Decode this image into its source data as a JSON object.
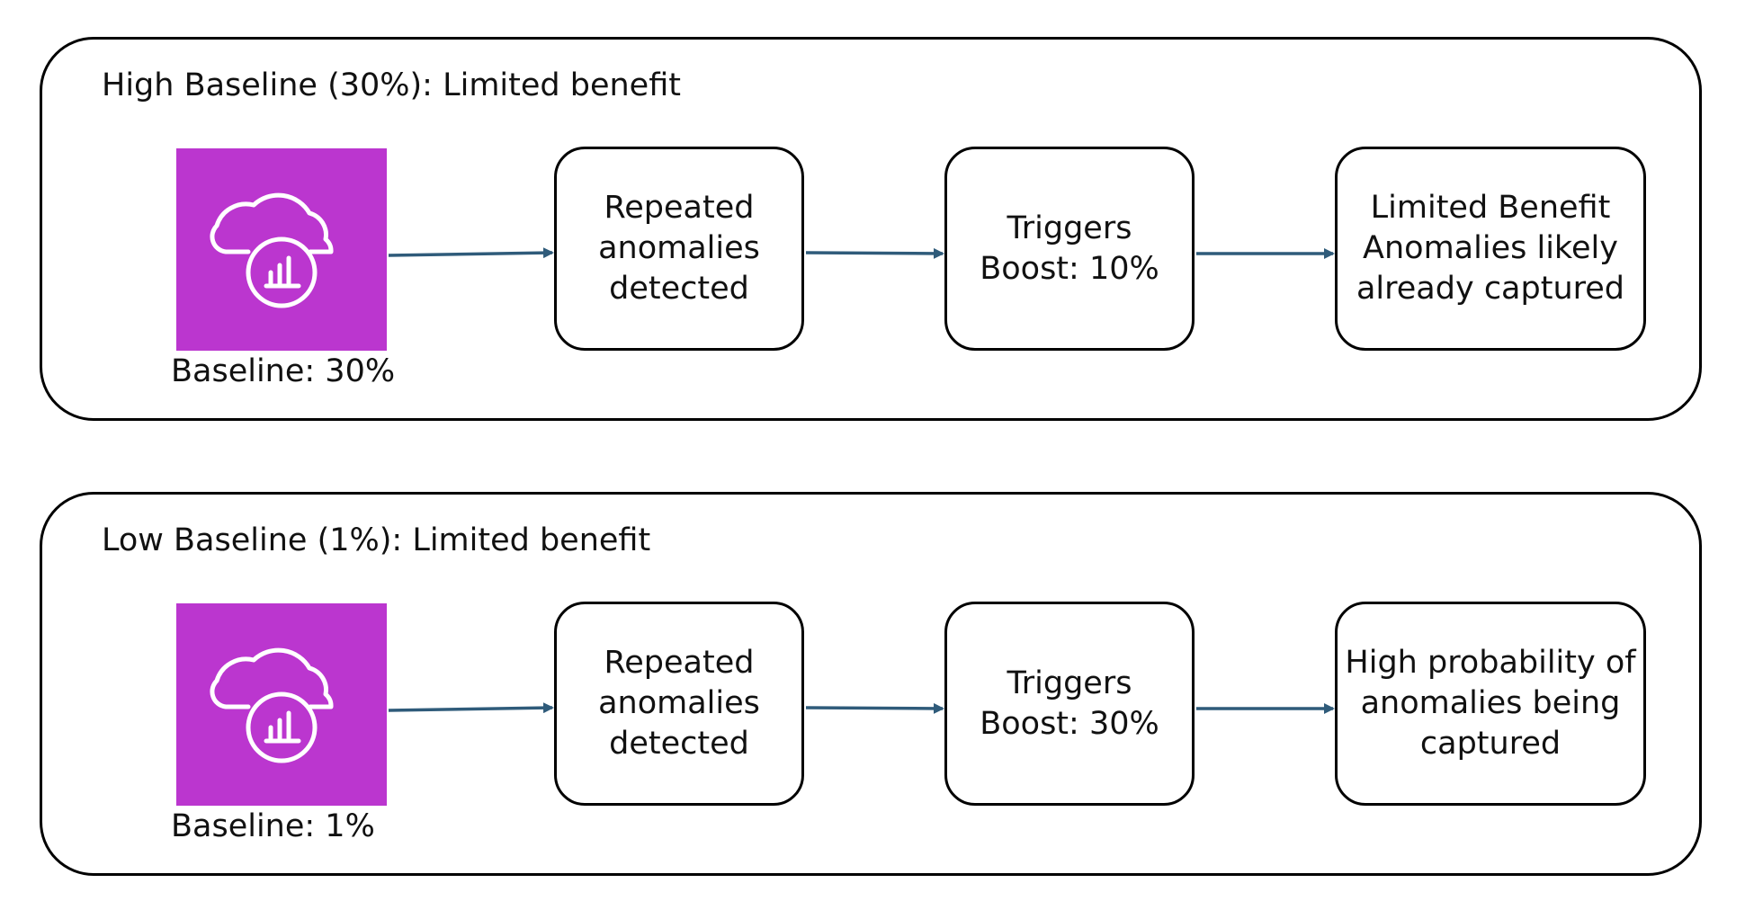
{
  "colors": {
    "icon_background": "#bb36cf",
    "icon_stroke": "#ffffff",
    "arrow": "#2f5b7a",
    "border": "#000000"
  },
  "panels": [
    {
      "title": "High Baseline (30%): Limited benefit",
      "icon": "cloud-chart-icon",
      "baseline_label": "Baseline: 30%",
      "steps": [
        "Repeated\nanomalies\ndetected",
        "Triggers\nBoost: 10%",
        "Limited Benefit\nAnomalies likely\nalready captured"
      ]
    },
    {
      "title": "Low Baseline (1%): Limited benefit",
      "icon": "cloud-chart-icon",
      "baseline_label": "Baseline: 1%",
      "steps": [
        "Repeated\nanomalies\ndetected",
        "Triggers\nBoost: 30%",
        "High probability of\nanomalies being\ncaptured"
      ]
    }
  ]
}
